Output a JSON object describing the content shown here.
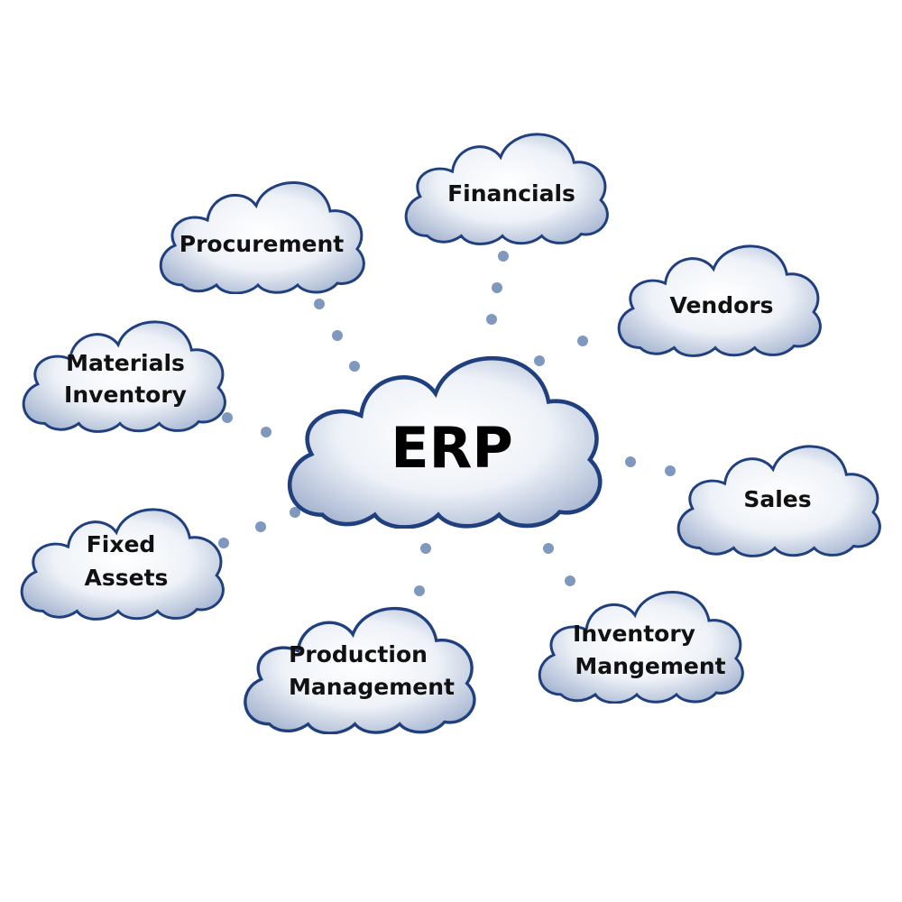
{
  "colors": {
    "cloud_outline": "#1f3f7f",
    "cloud_fill_light": "#ffffff",
    "cloud_fill_dark": "#a9b8d2",
    "connector_dot": "#7f98bf",
    "label_text": "#111111"
  },
  "center": {
    "label": "ERP"
  },
  "modules": [
    {
      "id": "financials",
      "lines": [
        "Financials"
      ]
    },
    {
      "id": "procurement",
      "lines": [
        "Procurement"
      ]
    },
    {
      "id": "vendors",
      "lines": [
        "Vendors"
      ]
    },
    {
      "id": "materials-inventory",
      "lines": [
        "Materials",
        "Inventory"
      ]
    },
    {
      "id": "sales",
      "lines": [
        "Sales"
      ]
    },
    {
      "id": "fixed-assets",
      "lines": [
        "Fixed",
        "Assets"
      ]
    },
    {
      "id": "production-management",
      "lines": [
        "Production",
        "Management"
      ]
    },
    {
      "id": "inventory-mangement",
      "lines": [
        "Inventory",
        "Mangement"
      ]
    }
  ]
}
